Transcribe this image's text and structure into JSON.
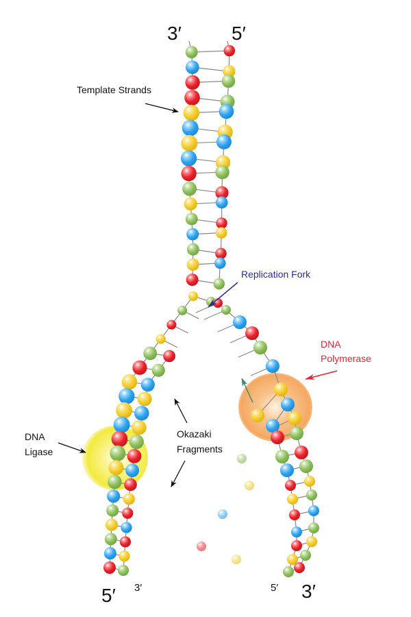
{
  "title": "DNA Replication",
  "colors": {
    "red": "#e8232b",
    "green": "#8cbf5a",
    "blue": "#2ea3f2",
    "yellow": "#f5cc2a",
    "ligase": "#f3ec4a",
    "polymerase": "#f5a862",
    "fork_label": "#2b2e8a",
    "polymerase_label": "#e52331",
    "arrow_green": "#3b8a66"
  },
  "labels": {
    "top_left_end": "3′",
    "top_right_end": "5′",
    "bottom_left_outer": "5′",
    "bottom_left_inner": "3′",
    "bottom_right_inner": "5′",
    "bottom_right_outer": "3′",
    "template_strands": "Template Strands",
    "replication_fork": "Replication Fork",
    "dna_polymerase_line1": "DNA",
    "dna_polymerase_line2": "Polymerase",
    "dna_ligase_line1": "DNA",
    "dna_ligase_line2": "Ligase",
    "okazaki_line1": "Okazaki",
    "okazaki_line2": "Fragments"
  },
  "nucleotides": {
    "top_helix_pairs": [
      [
        "green",
        "red"
      ],
      [
        "blue",
        "yellow"
      ],
      [
        "red",
        "green"
      ],
      [
        "red",
        "green"
      ],
      [
        "yellow",
        "blue"
      ],
      [
        "blue",
        "yellow"
      ],
      [
        "yellow",
        "blue"
      ],
      [
        "blue",
        "yellow"
      ],
      [
        "red",
        "green"
      ],
      [
        "green",
        "red"
      ],
      [
        "yellow",
        "blue"
      ],
      [
        "green",
        "red"
      ],
      [
        "blue",
        "yellow"
      ],
      [
        "green",
        "red"
      ],
      [
        "yellow",
        "blue"
      ],
      [
        "red",
        "green"
      ]
    ],
    "left_branch_pairs": [
      [
        "yellow",
        "green"
      ],
      [
        "green",
        ""
      ],
      [
        "red",
        ""
      ],
      [
        "yellow",
        ""
      ],
      [
        "green",
        "red"
      ],
      [
        "red",
        "green"
      ],
      [
        "yellow",
        "blue"
      ],
      [
        "blue",
        "yellow"
      ],
      [
        "yellow",
        "blue"
      ],
      [
        "blue",
        "yellow"
      ],
      [
        "red",
        "green"
      ],
      [
        "green",
        "red"
      ],
      [
        "yellow",
        "blue"
      ],
      [
        "green",
        "red"
      ],
      [
        "blue",
        "yellow"
      ],
      [
        "green",
        "red"
      ],
      [
        "yellow",
        "blue"
      ],
      [
        "green",
        "red"
      ],
      [
        "blue",
        "yellow"
      ],
      [
        "red",
        "green"
      ]
    ],
    "right_branch_pairs": [
      [
        "red",
        ""
      ],
      [
        "green",
        ""
      ],
      [
        "blue",
        ""
      ],
      [
        "red",
        ""
      ],
      [
        "green",
        ""
      ],
      [
        "blue",
        ""
      ],
      [
        "yellow",
        "yellow"
      ],
      [
        "blue",
        "blue"
      ],
      [
        "yellow",
        ""
      ],
      [
        "green",
        "red"
      ],
      [
        "red",
        "green"
      ],
      [
        "green",
        "blue"
      ],
      [
        "yellow",
        "red"
      ],
      [
        "green",
        "yellow"
      ],
      [
        "blue",
        "red"
      ],
      [
        "green",
        "blue"
      ],
      [
        "yellow",
        "red"
      ],
      [
        "green",
        "yellow"
      ],
      [
        "red",
        "green"
      ]
    ],
    "free_nucleotides": [
      "green",
      "yellow",
      "blue",
      "red",
      "yellow"
    ]
  }
}
